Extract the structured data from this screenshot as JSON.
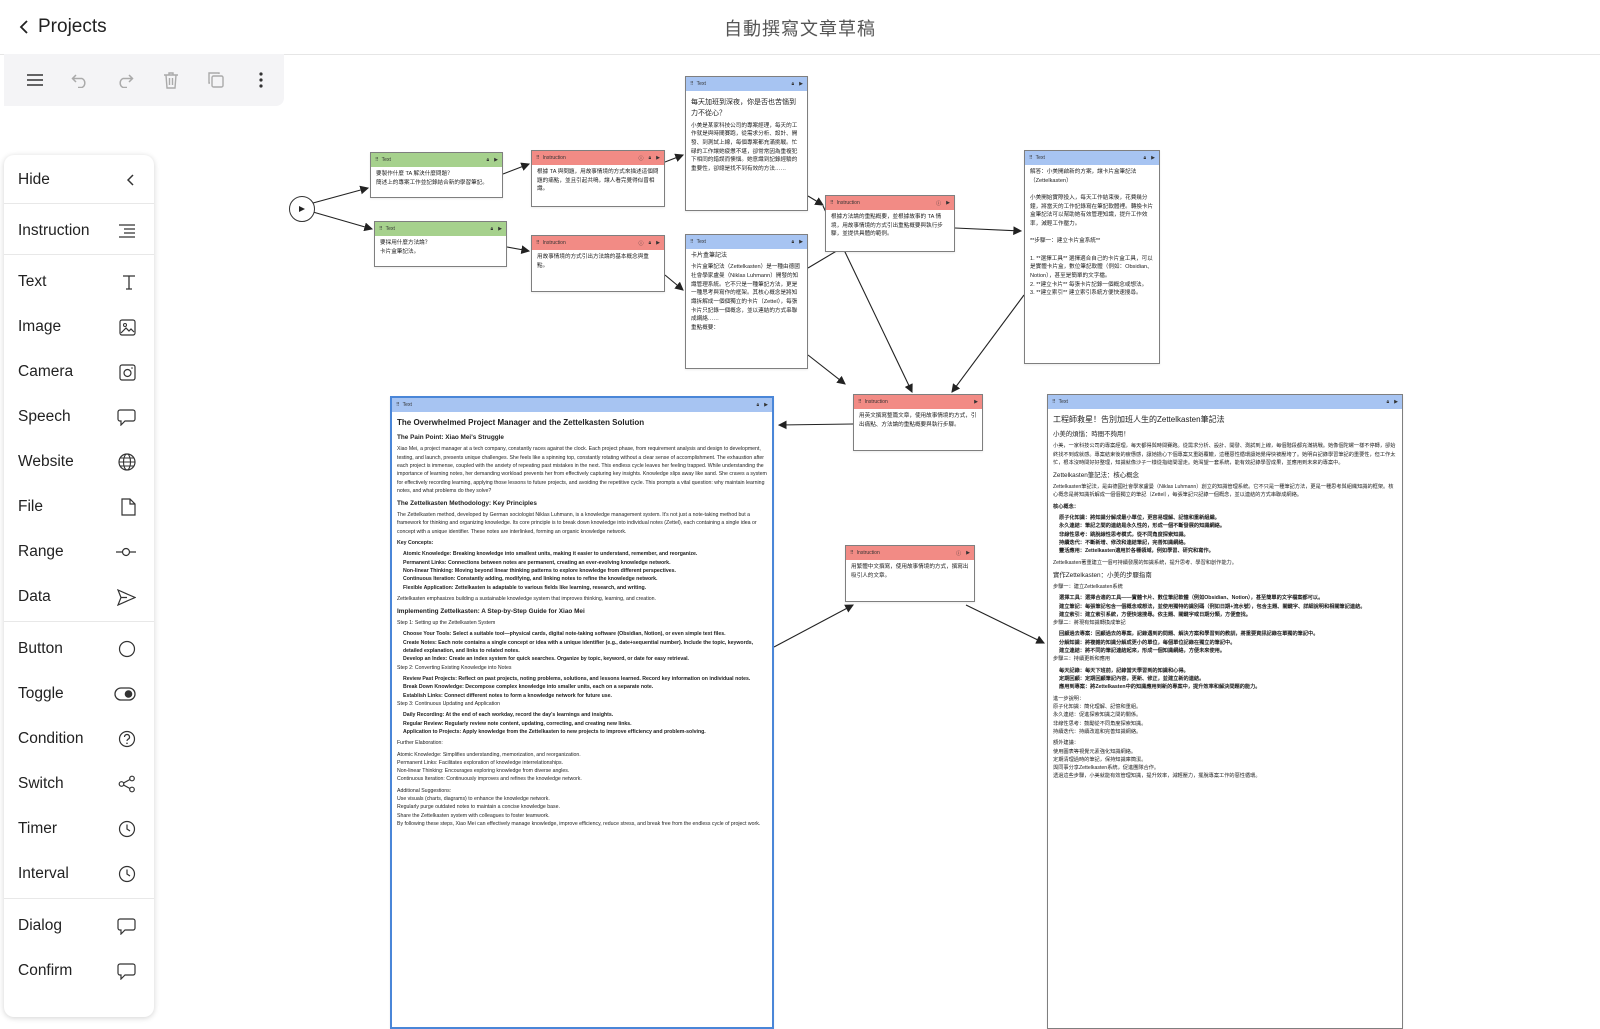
{
  "header": {
    "back_label": "Projects",
    "title": "自動撰寫文章草稿"
  },
  "toolbar": {
    "items": [
      "menu-icon",
      "undo-icon",
      "redo-icon",
      "delete-icon",
      "duplicate-icon",
      "more-icon"
    ]
  },
  "sidebar": {
    "items": [
      {
        "label": "Hide",
        "icon": "chevron-left-icon"
      },
      {
        "label": "Instruction",
        "icon": "instruction-icon"
      },
      {
        "label": "Text",
        "icon": "text-icon"
      },
      {
        "label": "Image",
        "icon": "image-icon"
      },
      {
        "label": "Camera",
        "icon": "camera-icon"
      },
      {
        "label": "Speech",
        "icon": "speech-icon"
      },
      {
        "label": "Website",
        "icon": "globe-icon"
      },
      {
        "label": "File",
        "icon": "file-icon"
      },
      {
        "label": "Range",
        "icon": "range-icon"
      },
      {
        "label": "Data",
        "icon": "send-icon"
      },
      {
        "label": "Button",
        "icon": "circle-icon"
      },
      {
        "label": "Toggle",
        "icon": "toggle-icon"
      },
      {
        "label": "Condition",
        "icon": "question-icon"
      },
      {
        "label": "Switch",
        "icon": "share-icon"
      },
      {
        "label": "Timer",
        "icon": "clock-icon"
      },
      {
        "label": "Interval",
        "icon": "clock-icon"
      },
      {
        "label": "Dialog",
        "icon": "dialog-icon"
      },
      {
        "label": "Confirm",
        "icon": "dialog-icon"
      }
    ]
  },
  "nodes": {
    "text_a": {
      "type": "Text",
      "body": "要製作什麼 TA 解決什麼問題？\n簡述上的專案工作並記錄結合新的學習筆記。"
    },
    "text_b": {
      "type": "Text",
      "body": "要採用什麼方法論？\n卡片盒筆記法。"
    },
    "instr_a": {
      "type": "Instruction",
      "body": "根據 TA 與問題，用故事情境的方式來描述這個問題的痛點，並且引起共鳴，讓人看完覺得似曾相識。"
    },
    "instr_b": {
      "type": "Instruction",
      "body": "用故事情境的方式引出方法論的基本概念與重點。"
    },
    "text_story": {
      "type": "Text",
      "title": "每天加班到深夜，你是否也苦惱到力不從心？",
      "body": "小美是某家科技公司的專案經理，每天的工作就是與時間賽跑，從需求分析、設計、開發、到測試上線，每個專案都充滿挑戰。忙碌的工作讓她疲憊不堪，卻常常因為重複犯下相同的錯誤而懊惱。她意識到記錄經驗的重要性，卻總是找不到有效的方法……"
    },
    "text_method": {
      "type": "Text",
      "title": "卡片盒筆記法",
      "body": "卡片盒筆記法（Zettelkasten）是一種由德國社會學家盧曼（Niklas Luhmann）開發的知識管理系統。它不只是一種筆記方法，更是一種思考與寫作的框架。其核心概念是將知識拆解成一個個獨立的卡片（Zettel），每張卡片只記錄一個概念，並以連結的方式串聯成網絡……\n重點概要："
    },
    "instr_c": {
      "type": "Instruction",
      "body": "根據方法論的重點概要，並根據故事的 TA 情境，用故事情境的方式引出重點概要與執行步驟，並提供具體的範例。"
    },
    "text_steps": {
      "type": "Text",
      "body": "解答：小美開啟新的方案，讓卡片盒筆記法（Zettelkasten）\n\n小美開始實際投入，每天工作結束後，花費幾分鐘，將當天的工作記錄寫在筆記軟體裡。轉換卡片盒筆記法可以幫助她有效管理知識，提升工作效率，減輕工作壓力。\n\n**步驟一：建立卡片盒系統**\n\n1. **選擇工具** 選擇適合自己的卡片盒工具，可以是實體卡片盒，數位筆記軟體（例如：Obsidian、Notion），甚至是簡單的文字檔。\n2. **建立卡片** 每張卡片記錄一個概念或想法。\n3. **建立索引** 建立索引系統方便快速搜尋。"
    },
    "instr_d": {
      "type": "Instruction",
      "body": "用英文撰寫整篇文章，使用故事情境的方式，引出痛點、方法論的重點概要與執行步驟。"
    },
    "instr_e": {
      "type": "Instruction",
      "body": "用繁體中文撰寫，使用故事情境的方式，撰寫出吸引人的文章。"
    },
    "doc_en": {
      "type": "Text",
      "title": "The Overwhelmed Project Manager and the Zettelkasten Solution",
      "sections": [
        {
          "h": "The Pain Point: Xiao Mei's Struggle",
          "p": "Xiao Mei, a project manager at a tech company, constantly races against the clock. Each project phase, from requirement analysis and design to development, testing, and launch, presents unique challenges. She feels like a spinning top, constantly rotating without a clear sense of accomplishment. The exhaustion after each project is immense, coupled with the anxiety of repeating past mistakes in the next. This endless cycle leaves her feeling trapped. While understanding the importance of learning notes, her demanding workload prevents her from effectively capturing key insights. Knowledge slips away like sand. She craves a system for effectively recording learning, applying those lessons to future projects, and avoiding the repetitive cycle. This prompts a vital question: why maintain learning notes, and what problems do they solve?"
        },
        {
          "h": "The Zettelkasten Methodology: Key Principles",
          "p": "The Zettelkasten method, developed by German sociologist Niklas Luhmann, is a knowledge management system. It's not just a note-taking method but a framework for thinking and organizing knowledge. Its core principle is to break down knowledge into individual notes (Zettel), each containing a single idea or concept with a unique identifier. These notes are interlinked, forming an organic knowledge network."
        }
      ],
      "key_concepts_label": "Key Concepts:",
      "key_concepts": [
        "Atomic Knowledge: Breaking knowledge into smallest units, making it easier to understand, remember, and reorganize.",
        "Permanent Links: Connections between notes are permanent, creating an ever-evolving knowledge network.",
        "Non-linear Thinking: Moving beyond linear thinking patterns to explore knowledge from different perspectives.",
        "Continuous Iteration: Constantly adding, modifying, and linking notes to refine the knowledge network.",
        "Flexible Application: Zettelkasten is adaptable to various fields like learning, research, and writing."
      ],
      "emphasis": "Zettelkasten emphasizes building a sustainable knowledge system that improves thinking, learning, and creation.",
      "impl_h": "Implementing Zettelkasten: A Step-by-Step Guide for Xiao Mei",
      "step1": "Step 1: Setting up the Zettelkasten System",
      "step1_items": [
        "Choose Your Tools: Select a suitable tool—physical cards, digital note-taking software (Obsidian, Notion), or even simple text files.",
        "Create Notes: Each note contains a single concept or idea with a unique identifier (e.g., date+sequential number). Include the topic, keywords, detailed explanation, and links to related notes.",
        "Develop an Index: Create an index system for quick searches. Organize by topic, keyword, or date for easy retrieval."
      ],
      "step2": "Step 2: Converting Existing Knowledge into Notes",
      "step2_items": [
        "Review Past Projects: Reflect on past projects, noting problems, solutions, and lessons learned. Record key information on individual notes.",
        "Break Down Knowledge: Decompose complex knowledge into smaller units, each on a separate note.",
        "Establish Links: Connect different notes to form a knowledge network for future use."
      ],
      "step3": "Step 3: Continuous Updating and Application",
      "step3_items": [
        "Daily Recording: At the end of each workday, record the day's learnings and insights.",
        "Regular Review: Regularly review note content, updating, correcting, and creating new links.",
        "Application to Projects: Apply knowledge from the Zettelkasten to new projects to improve efficiency and problem-solving."
      ],
      "further_label": "Further Elaboration:",
      "further": [
        "Atomic Knowledge: Simplifies understanding, memorization, and reorganization.",
        "Permanent Links: Facilitates exploration of knowledge interrelationships.",
        "Non-linear Thinking: Encourages exploring knowledge from diverse angles.",
        "Continuous Iteration: Continuously improves and refines the knowledge network."
      ],
      "additional_label": "Additional Suggestions:",
      "additional": [
        "Use visuals (charts, diagrams) to enhance the knowledge network.",
        "Regularly purge outdated notes to maintain a concise knowledge base.",
        "Share the Zettelkasten system with colleagues to foster teamwork."
      ],
      "closing": "By following these steps, Xiao Mei can effectively manage knowledge, improve efficiency, reduce stress, and break free from the endless cycle of project work."
    },
    "doc_zh": {
      "type": "Text",
      "title": "工程師救星！告別加班人生的Zettelkasten筆記法",
      "sections": [
        {
          "h": "小美的煩惱：時間不夠用！",
          "p": "小美，一家科技公司的專案經理，每天都得與時間賽跑。從需求分析、設計、開發、測試到上線，每個階段都充滿挑戰。她像個陀螺一樣不停轉，卻始終找不到成就感。專案結束後的疲憊感，讓她擔心下個專案又重蹈覆轍，這種惡性循環讓她覺得快被壓垮了。她明白記錄學習筆記的重要性，但工作太忙，根本沒時間好好整理，知識就像沙子一樣從指縫間溜走。她渴望一套系統，能有效記錄學習成果，並應用到未來的專案中。"
        },
        {
          "h": "Zettelkasten筆記法：核心概念",
          "p": "Zettelkasten筆記法，是由德國社會學家盧曼（Niklas Luhmann）創立的知識管理系統。它不只是一種筆記方法，更是一種思考與組織知識的框架。核心概念是將知識拆解成一個個獨立的筆記（Zettel），每張筆記只記錄一個概念，並以連結的方式串聯成網絡。"
        }
      ],
      "key_label": "核心概念：",
      "key_concepts": [
        "原子化知識：將知識分解成最小單位，更容易理解、記憶和重新組織。",
        "永久連結：筆記之間的連結是永久性的，形成一個不斷發展的知識網絡。",
        "非線性思考：跳脫線性思考模式，從不同角度探索知識。",
        "持續迭代：不斷新增、修改和連結筆記，完善知識網絡。",
        "靈活應用：Zettelkasten適用於各種領域，例如學習、研究和寫作。"
      ],
      "emphasis": "Zettelkasten著重建立一個可持續發展的知識系統，提升思考、學習和創作能力。",
      "impl_h": "實作Zettelkasten：小美的步驟指南",
      "step1": "步驟一：建立Zettelkasten系統",
      "step1_items": [
        "選擇工具：選擇合適的工具——實體卡片、數位筆記軟體（例如Obsidian、Notion），甚至簡單的文字檔案都可以。",
        "建立筆記：每張筆記包含一個概念或想法，並使用獨特的識別碼（例如日期+流水號），包含主題、關鍵字、詳細說明和相關筆記連結。",
        "建立索引：建立索引系統，方便快速搜尋。依主題、關鍵字或日期分類，方便查找。"
      ],
      "step2": "步驟二：將現有知識轉換成筆記",
      "step2_items": [
        "回顧過去專案：回顧過去的專案，記錄遇到的問題、解決方案和學習到的教訓，將重要資訊記錄在單獨的筆記中。",
        "分解知識：將複雜的知識分解成更小的單位，每個單位記錄在獨立的筆記中。",
        "建立連結：將不同的筆記連結起來，形成一個知識網絡，方便未來使用。"
      ],
      "step3": "步驟三：持續更新和應用",
      "step3_items": [
        "每天記錄：每天下班前，記錄當天學習到的知識和心得。",
        "定期回顧：定期回顧筆記內容，更新、修正，並建立新的連結。",
        "應用到專案：將Zettelkasten中的知識應用到新的專案中，提升效率和解決問題的能力。"
      ],
      "further_label": "進一步說明：",
      "further": [
        "原子化知識：簡化理解、記憶和重組。",
        "永久連結：促進探索知識之間的關係。",
        "非線性思考：鼓勵從不同角度探索知識。",
        "持續迭代：持續改進和完善知識網絡。"
      ],
      "additional_label": "額外建議：",
      "additional": [
        "使用圖表等視覺元素強化知識網絡。",
        "定期清理過時的筆記，保持知識庫簡潔。",
        "與同事分享Zettelkasten系統，促進團隊合作。"
      ],
      "closing": "透過這些步驟，小美就能有效管理知識，提升效率，減輕壓力，擺脫專案工作的惡性循環。"
    }
  }
}
